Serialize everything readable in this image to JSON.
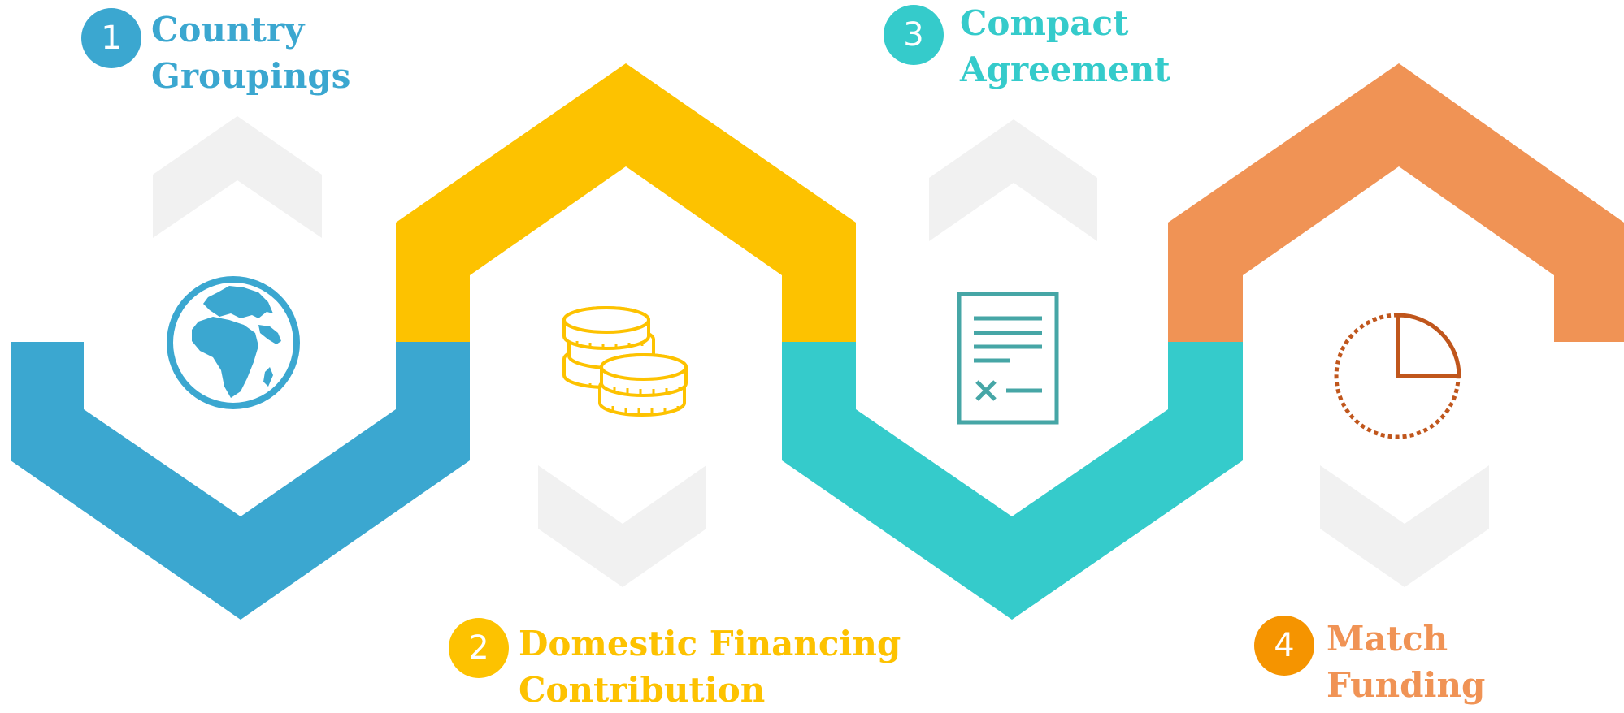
{
  "colors": {
    "blue": "#3BA7D0",
    "yellow": "#FDC200",
    "teal": "#35CBCB",
    "orange": "#F09355",
    "chevron": "#F1F1F1",
    "badge_blue": "#3BA7D0",
    "badge_yellow": "#FDC200",
    "badge_teal": "#35CBCB",
    "badge_orange": "#F59400",
    "doc_icon": "#46A6A6",
    "pie_icon": "#C0561C"
  },
  "steps": [
    {
      "number": "1",
      "title_line1": "Country",
      "title_line2": "Groupings",
      "icon": "globe-icon"
    },
    {
      "number": "2",
      "title_line1": "Domestic Financing",
      "title_line2": "Contribution",
      "icon": "coins-icon"
    },
    {
      "number": "3",
      "title_line1": "Compact",
      "title_line2": "Agreement",
      "icon": "document-icon"
    },
    {
      "number": "4",
      "title_line1": "Match",
      "title_line2": "Funding",
      "icon": "pie-timer-icon"
    }
  ]
}
